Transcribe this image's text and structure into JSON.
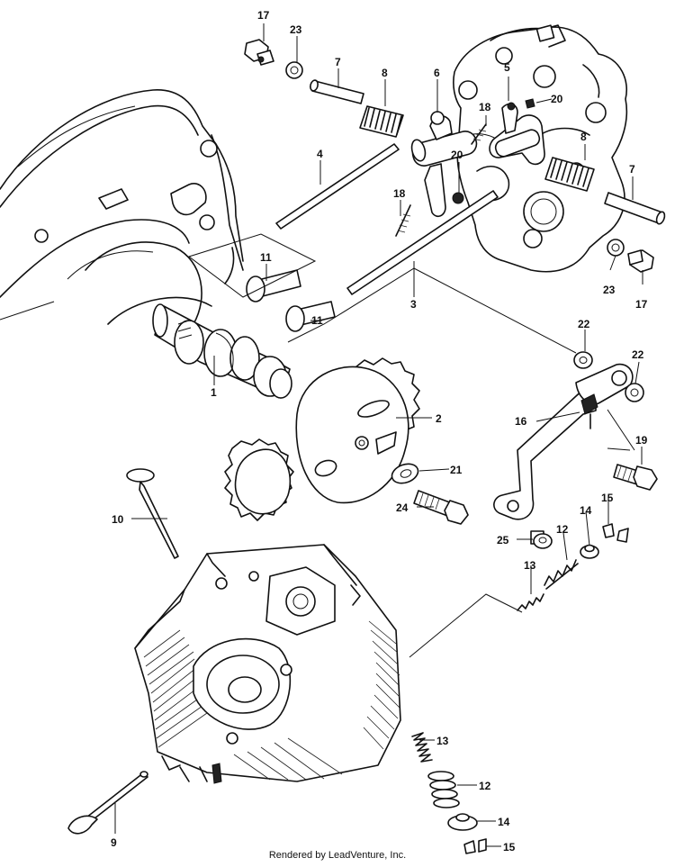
{
  "footer": {
    "text": "Rendered by LeadVenture, Inc."
  },
  "callouts": {
    "c1": "1",
    "c2": "2",
    "c3": "3",
    "c4": "4",
    "c5": "5",
    "c6": "6",
    "c7a": "7",
    "c7b": "7",
    "c8a": "8",
    "c8b": "8",
    "c9": "9",
    "c10": "10",
    "c11a": "11",
    "c11b": "11",
    "c12a": "12",
    "c12b": "12",
    "c13a": "13",
    "c13b": "13",
    "c14a": "14",
    "c14b": "14",
    "c15a": "15",
    "c15b": "15",
    "c16": "16",
    "c17a": "17",
    "c17b": "17",
    "c18a": "18",
    "c18b": "18",
    "c19": "19",
    "c20a": "20",
    "c20b": "20",
    "c21": "21",
    "c22a": "22",
    "c22b": "22",
    "c23a": "23",
    "c23b": "23",
    "c24": "24",
    "c25": "25"
  }
}
